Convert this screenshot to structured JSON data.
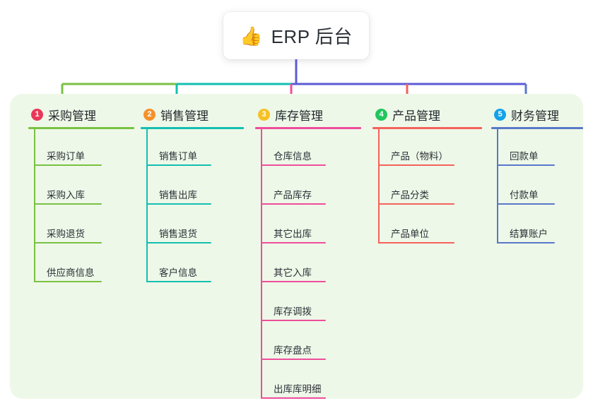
{
  "diagram": {
    "title": "ERP 后台",
    "root": {
      "icon": "thumbs-up-icon",
      "icon_glyph": "👍",
      "label": "ERP 后台"
    },
    "canvas": {
      "background": "#ffffff",
      "panel_background": "#eef8e8",
      "root_background": "#ffffff",
      "root_text_color": "#2b2f36"
    },
    "trunk_color": "#5b5bd6",
    "columns": [
      {
        "number": "1",
        "title": "采购管理",
        "badge_color": "#e8375a",
        "line_color": "#7ac143",
        "items": [
          "采购订单",
          "采购入库",
          "采购退货",
          "供应商信息"
        ]
      },
      {
        "number": "2",
        "title": "销售管理",
        "badge_color": "#f5912b",
        "line_color": "#13bfb0",
        "items": [
          "销售订单",
          "销售出库",
          "销售退货",
          "客户信息"
        ]
      },
      {
        "number": "3",
        "title": "库存管理",
        "badge_color": "#f5c124",
        "line_color": "#ef4d9b",
        "items": [
          "仓库信息",
          "产品库存",
          "其它出库",
          "其它入库",
          "库存调拨",
          "库存盘点",
          "出库库明细"
        ]
      },
      {
        "number": "4",
        "title": "产品管理",
        "badge_color": "#22c55e",
        "line_color": "#f4615c",
        "items": [
          "产品（物料）",
          "产品分类",
          "产品单位"
        ]
      },
      {
        "number": "5",
        "title": "财务管理",
        "badge_color": "#13a3e8",
        "line_color": "#5878c8",
        "items": [
          "回款单",
          "付款单",
          "结算账户"
        ]
      }
    ]
  }
}
